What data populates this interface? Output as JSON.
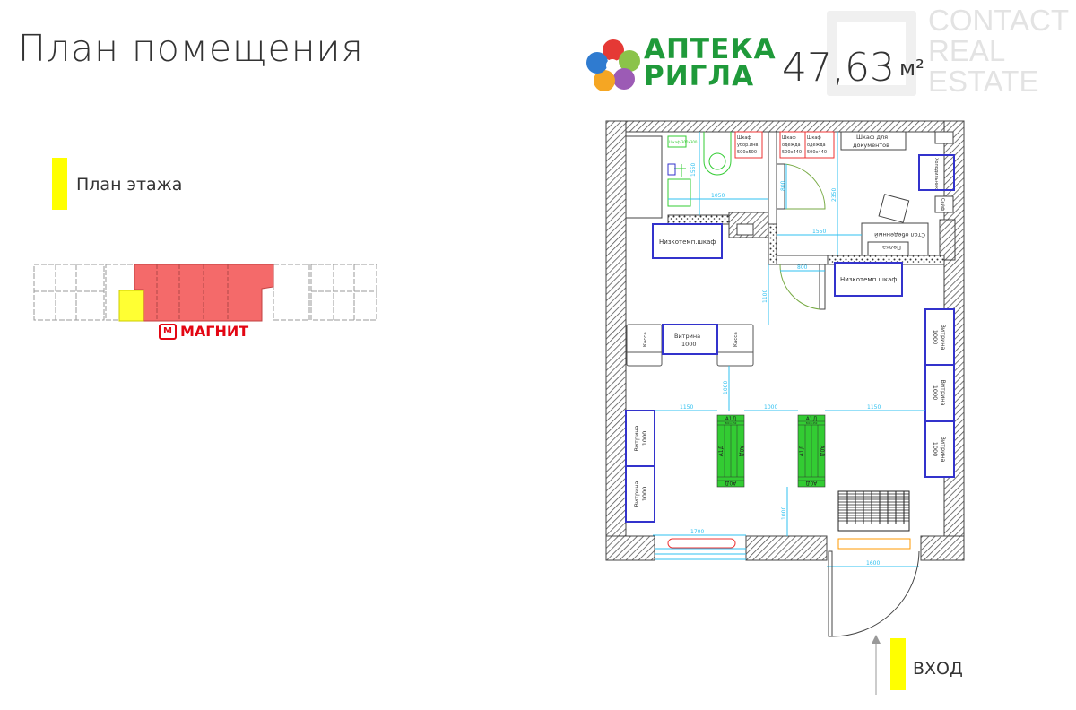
{
  "header": {
    "title": "План помещения"
  },
  "legend": {
    "floor_plan_label": "План этажа",
    "highlight_color": "#ffff00"
  },
  "brand": {
    "pharmacy_line1": "АПТЕКА",
    "pharmacy_line2": "РИГЛА",
    "brand_color": "#1f9a3a",
    "agency_line1": "CONTACT",
    "agency_line2": "REAL",
    "agency_line3": "ESTATE"
  },
  "area": {
    "value": "47,63",
    "unit": "м²"
  },
  "minimap": {
    "tenant_logo": "МАГНИТ",
    "tenant_color": "#f46a6a"
  },
  "entrance": {
    "label": "ВХОД"
  },
  "plan": {
    "cabinet_small": "Шкаф 300х300",
    "cabinet_cleaning": [
      "Шкаф",
      "убор.инв.",
      "500х500"
    ],
    "cabinet_clothes": [
      "Шкаф",
      "одежда",
      "500х440"
    ],
    "documents_cabinet": [
      "Шкаф для",
      "документов"
    ],
    "fridge": "Холодильник",
    "safe": "Сейф",
    "dining_table": "Стол обеденный",
    "shelf": "Полка",
    "low_temp_cabinet": "Низкотемп.шкаф",
    "cashier": "Касса",
    "showcase": [
      "Витрина",
      "1000"
    ],
    "rack": {
      "title": "А1Д",
      "size": "500 x 250",
      "bottom": "А0Д"
    },
    "dims": {
      "d1550a": "1550",
      "d1050": "1050",
      "d800a": "800",
      "d2350": "2350",
      "d1550b": "1550",
      "d800b": "800",
      "d1100": "1100",
      "d1000a": "1000",
      "d1150a": "1150",
      "d1000b": "1000",
      "d1150b": "1150",
      "d1000c": "1000",
      "d1700": "1700",
      "d1600": "1600"
    }
  }
}
